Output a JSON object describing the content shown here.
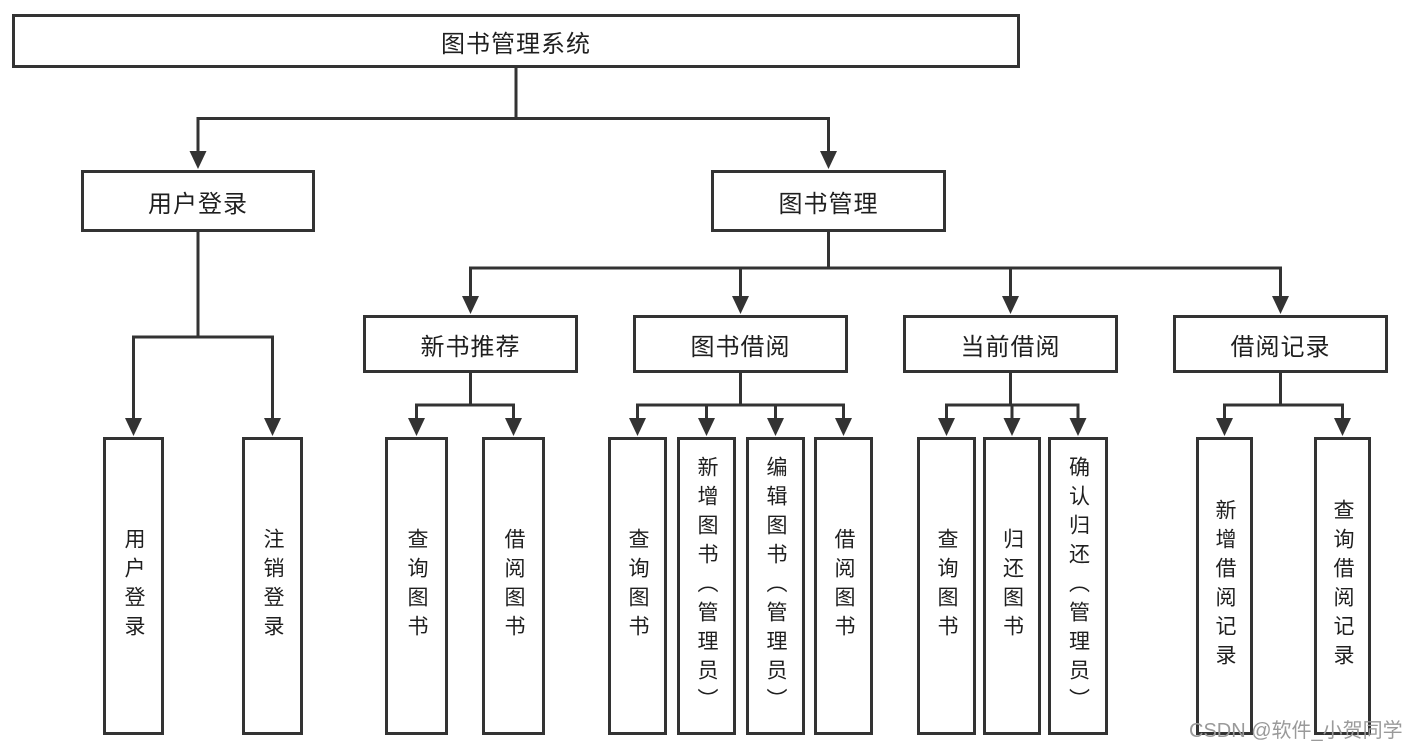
{
  "diagram": {
    "title": "图书管理系统",
    "root": {
      "label": "图书管理系统"
    },
    "branches": [
      {
        "label": "用户登录",
        "children": [
          {
            "label": "用户登录"
          },
          {
            "label": "注销登录"
          }
        ]
      },
      {
        "label": "图书管理",
        "children": [
          {
            "label": "新书推荐",
            "children": [
              {
                "label": "查询图书"
              },
              {
                "label": "借阅图书"
              }
            ]
          },
          {
            "label": "图书借阅",
            "children": [
              {
                "label": "查询图书"
              },
              {
                "label": "新增图书（管理员）"
              },
              {
                "label": "编辑图书（管理员）"
              },
              {
                "label": "借阅图书"
              }
            ]
          },
          {
            "label": "当前借阅",
            "children": [
              {
                "label": "查询图书"
              },
              {
                "label": "归还图书"
              },
              {
                "label": "确认归还（管理员）"
              }
            ]
          },
          {
            "label": "借阅记录",
            "children": [
              {
                "label": "新增借阅记录"
              },
              {
                "label": "查询借阅记录"
              }
            ]
          }
        ]
      }
    ]
  },
  "watermark": {
    "text": "CSDN @软件_小贺同学",
    "color": "#9a9a9a"
  },
  "colors": {
    "background": "#ffffff",
    "box_border": "#333333",
    "connector_line": "#333333",
    "text": "#1f1f1f"
  }
}
